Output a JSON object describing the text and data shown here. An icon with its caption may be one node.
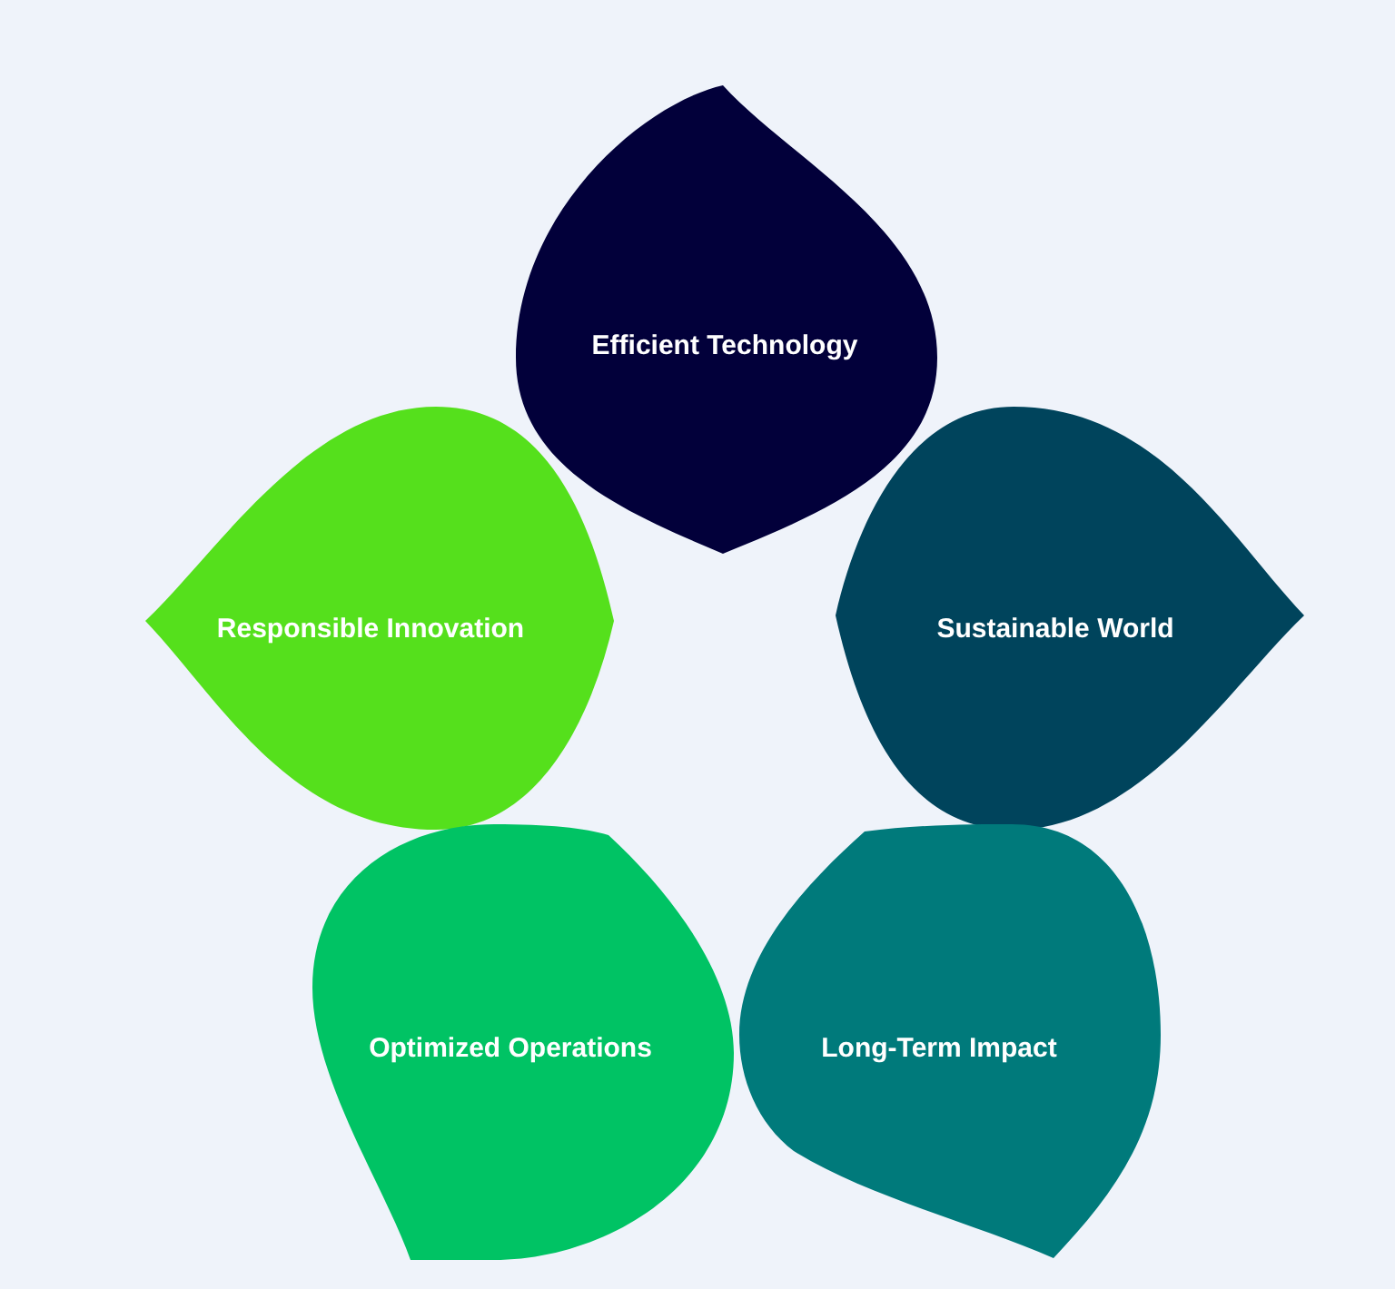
{
  "diagram": {
    "nodes": [
      {
        "text": [
          "Efficient Technology"
        ]
      },
      {
        "text": [
          "Responsible Innovation"
        ]
      },
      {
        "text": [
          "Sustainable World"
        ]
      },
      {
        "text": [
          "Optimized Operations"
        ]
      },
      {
        "text": [
          "Long-Term Impact"
        ]
      }
    ]
  }
}
